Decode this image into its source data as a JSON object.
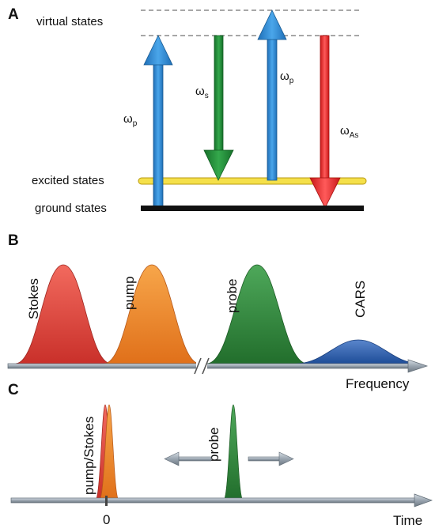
{
  "panel_a": {
    "letter": "A",
    "virtual_states_label": "virtual states",
    "excited_states_label": "excited states",
    "ground_states_label": "ground states",
    "omega_symbol": "ω",
    "arrows": [
      {
        "id": "pump1",
        "sub": "p",
        "direction": "up",
        "color": "#2e8bd6"
      },
      {
        "id": "stokes",
        "sub": "s",
        "direction": "down",
        "color": "#22913a"
      },
      {
        "id": "pump2",
        "sub": "p",
        "direction": "up",
        "color": "#2e8bd6"
      },
      {
        "id": "anti-stokes",
        "sub": "As",
        "direction": "down",
        "color": "#ef2a2a"
      }
    ],
    "colors": {
      "excited_line": "#f5e04a",
      "ground_line": "#111111",
      "virtual_line": "#888888"
    }
  },
  "panel_b": {
    "letter": "B",
    "pulses": [
      {
        "label": "Stokes",
        "color": "#e8433a"
      },
      {
        "label": "pump",
        "color": "#f08a24"
      },
      {
        "label": "probe",
        "color": "#2f8a3a"
      },
      {
        "label": "CARS",
        "color": "#2d5fae"
      }
    ],
    "axis_label": "Frequency"
  },
  "panel_c": {
    "letter": "C",
    "pulses": [
      {
        "label": "pump/Stokes",
        "colors": [
          "#e8433a",
          "#f08a24"
        ]
      },
      {
        "label": "probe",
        "colors": [
          "#2f8a3a"
        ]
      }
    ],
    "zero_label": "0",
    "axis_label": "Time"
  }
}
